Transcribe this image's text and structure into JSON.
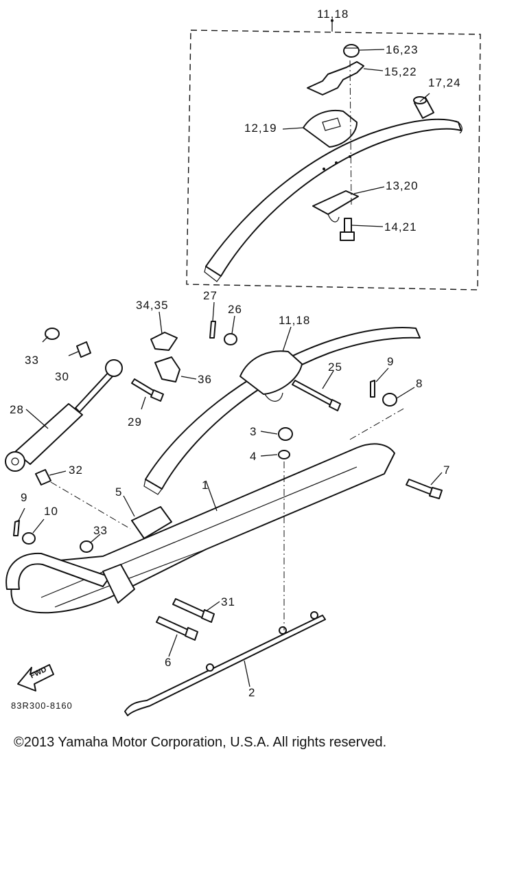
{
  "drawing_code": "83R300-8160",
  "fwd_label": "FWD",
  "copyright": "©2013 Yamaha Motor Corporation, U.S.A. All rights reserved.",
  "callouts": {
    "box_top": "11,18",
    "c16_23": "16,23",
    "c15_22": "15,22",
    "c17_24": "17,24",
    "c12_19": "12,19",
    "c13_20": "13,20",
    "c14_21": "14,21",
    "c27": "27",
    "c34_35": "34,35",
    "c26": "26",
    "c11_18": "11,18",
    "c33_top": "33",
    "c30": "30",
    "c36": "36",
    "c25": "25",
    "c9_right": "9",
    "c8": "8",
    "c28": "28",
    "c29": "29",
    "c3": "3",
    "c4": "4",
    "c32": "32",
    "c7": "7",
    "c1": "1",
    "c5": "5",
    "c9_left": "9",
    "c10": "10",
    "c33_bottom": "33",
    "c31": "31",
    "c6": "6",
    "c2": "2"
  },
  "colors": {
    "ink": "#111111",
    "paper": "#ffffff"
  },
  "icons": {
    "fwd_arrow": "fwd-arrow-icon"
  }
}
